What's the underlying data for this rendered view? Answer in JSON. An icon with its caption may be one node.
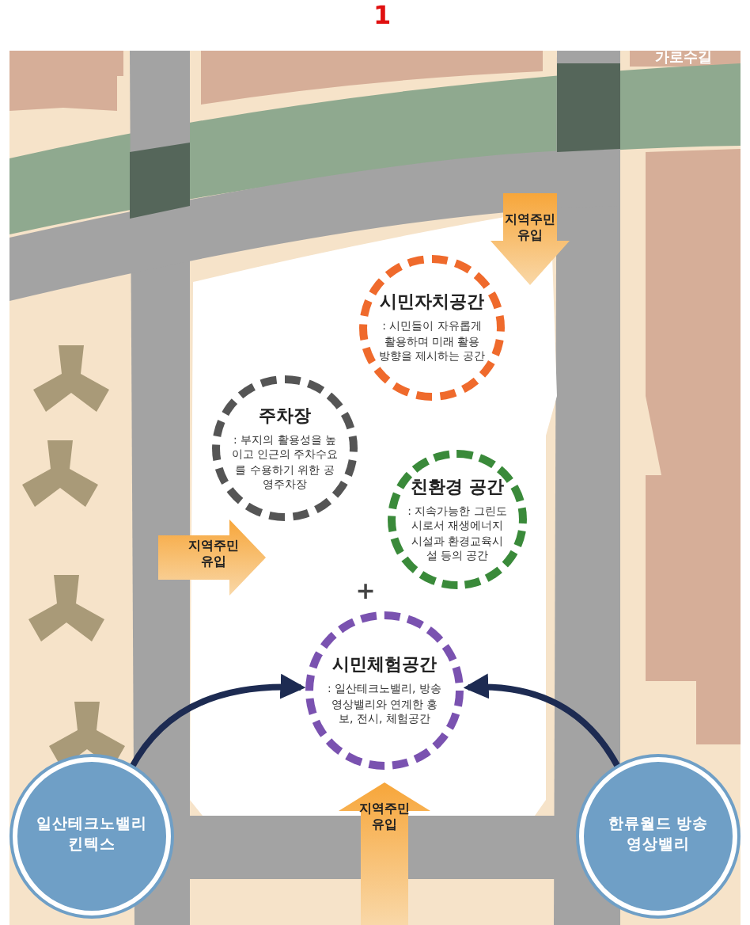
{
  "diagram": {
    "nodes": [
      {
        "text": [
          "시민자치공간",
          ": 시민들이 자유롭게 활용하며 미래 활용 방향을 제시하는 공간"
        ]
      },
      {
        "text": [
          "주차장",
          ": 부지의 활용성을 높이고 인근의 주차수요를 수용하기 위한 공영주차장"
        ]
      },
      {
        "text": [
          "친환경 공간",
          ": 지속가능한 그린도시로서 재생에너지 시설과 환경교육시설 등의 공간"
        ]
      },
      {
        "text": [
          "시민체험공간",
          ": 일산테크노밸리, 방송영상밸리와 연계한 홍보, 전시, 체험공간"
        ]
      },
      {
        "text": [
          "일산테크노밸리 킨텍스"
        ]
      },
      {
        "text": [
          "한류월드 방송영상밸리"
        ]
      }
    ],
    "edges": [
      {
        "from": 4,
        "to": 3,
        "arrow": "to"
      },
      {
        "from": 5,
        "to": 3,
        "arrow": "to"
      }
    ],
    "labels": [
      "1",
      "가로수길",
      "지역주민 유입",
      "지역주민 유입",
      "+",
      "지역주민 유입"
    ]
  }
}
